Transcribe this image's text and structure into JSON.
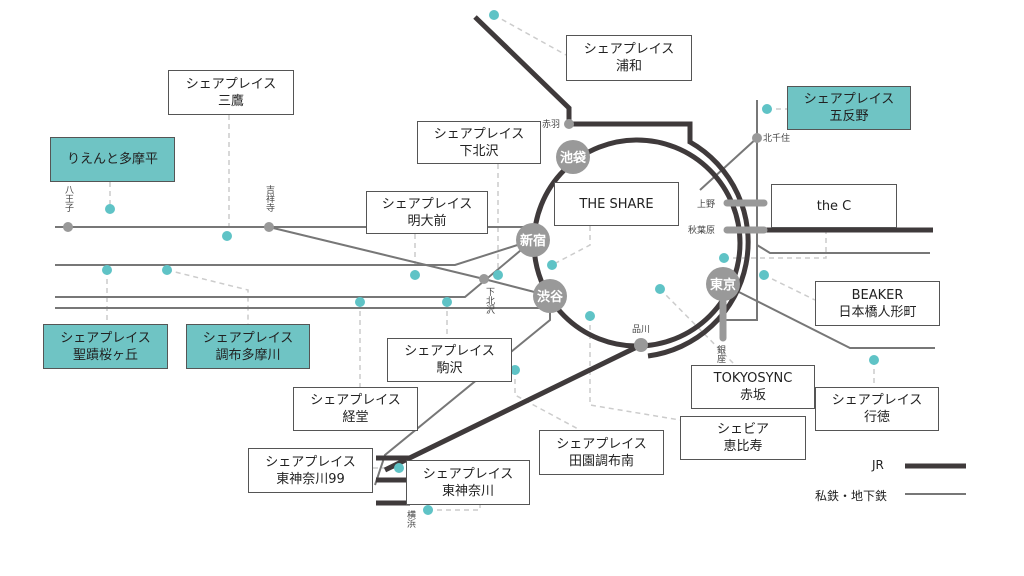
{
  "colors": {
    "jr": "#3f3a3b",
    "private": "#777777",
    "station": "#9a9a9a",
    "property_dot": "#5fc3c6",
    "teal_box": "#6fc4c4"
  },
  "properties": [
    {
      "line1": "シェアプレイス",
      "line2": "浦和"
    },
    {
      "line1": "シェアプレイス",
      "line2": "三鷹"
    },
    {
      "line1": "シェアプレイス",
      "line2": "五反野"
    },
    {
      "line1": "りえんと多摩平",
      "line2": ""
    },
    {
      "line1": "シェアプレイス",
      "line2": "下北沢"
    },
    {
      "line1": "THE SHARE",
      "line2": ""
    },
    {
      "line1": "the C",
      "line2": ""
    },
    {
      "line1": "シェアプレイス",
      "line2": "明大前"
    },
    {
      "line1": "BEAKER",
      "line2": "日本橋人形町"
    },
    {
      "line1": "シェアプレイス",
      "line2": "聖蹟桜ヶ丘"
    },
    {
      "line1": "シェアプレイス",
      "line2": "調布多摩川"
    },
    {
      "line1": "シェアプレイス",
      "line2": "駒沢"
    },
    {
      "line1": "シェアプレイス",
      "line2": "経堂"
    },
    {
      "line1": "TOKYOSYNC",
      "line2": "赤坂"
    },
    {
      "line1": "シェアプレイス",
      "line2": "行徳"
    },
    {
      "line1": "シェビア",
      "line2": "恵比寿"
    },
    {
      "line1": "シェアプレイス",
      "line2": "田園調布南"
    },
    {
      "line1": "シェアプレイス",
      "line2": "東神奈川99"
    },
    {
      "line1": "シェアプレイス",
      "line2": "東神奈川"
    }
  ],
  "major_stations": {
    "ikebukuro": "池袋",
    "shinjuku": "新宿",
    "shibuya": "渋谷",
    "tokyo": "東京"
  },
  "stations": {
    "akabane": "赤羽",
    "kitasenju": "北千住",
    "ueno": "上野",
    "akihabara": "秋葉原",
    "shinagawa": "品川",
    "ginza": "銀座",
    "shimokitazawa": "下北沢",
    "hachioji": "八王子",
    "kichijoji": "吉祥寺",
    "yokohama": "横浜"
  },
  "legend": {
    "jr": "JR",
    "private": "私鉄・地下鉄"
  }
}
